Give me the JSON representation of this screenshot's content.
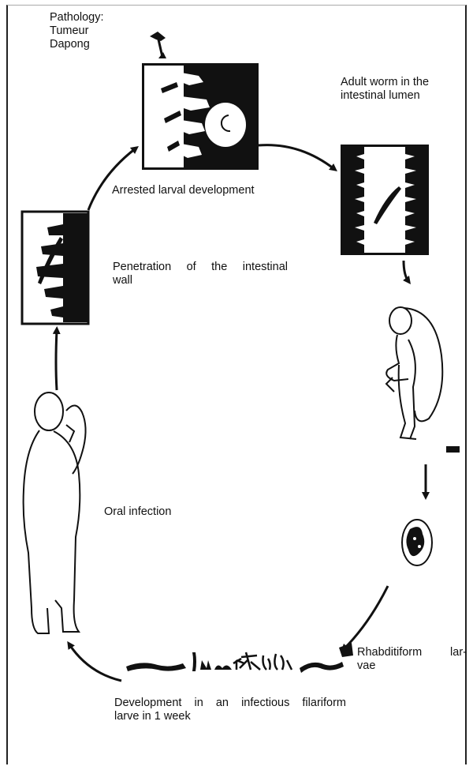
{
  "labels": {
    "pathology": [
      "Pathology:",
      "Tumeur",
      "Dapong"
    ],
    "adult_worm": [
      "Adult worm in the",
      "intestinal lumen"
    ],
    "arrested": "Arrested larval development",
    "penetration": [
      "Penetration of the intestinal",
      "wall"
    ],
    "oral_infection": "Oral infection",
    "rhabditiform": [
      "Rhabditiform lar-",
      "vae"
    ],
    "development": [
      "Development in an infectious filariform",
      "larve in 1 week"
    ]
  }
}
